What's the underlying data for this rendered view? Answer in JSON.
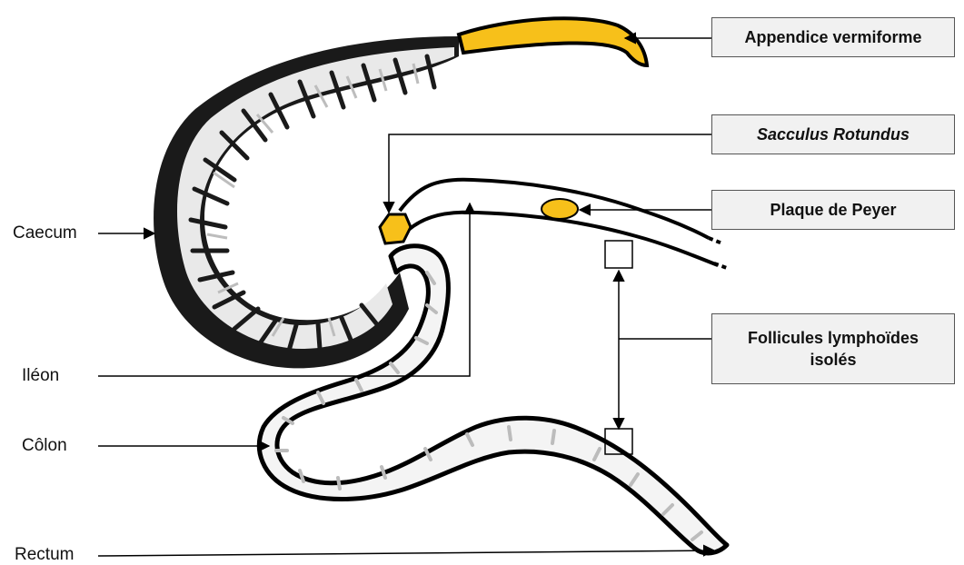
{
  "labels": {
    "caecum": "Caecum",
    "ileon": "Iléon",
    "colon": "Côlon",
    "rectum": "Rectum",
    "appendix": "Appendice vermiforme",
    "sacculus": "Sacculus Rotundus",
    "peyer": "Plaque de Peyer",
    "follicles_line1": "Follicules lymphoïdes",
    "follicles_line2": "isolés"
  },
  "colors": {
    "lymphoid_tissue": "#f7c01a",
    "outline": "#000000",
    "label_box_fill": "#f1f1f1",
    "label_box_border": "#555555",
    "fold_shading": "#c9c9c9"
  }
}
